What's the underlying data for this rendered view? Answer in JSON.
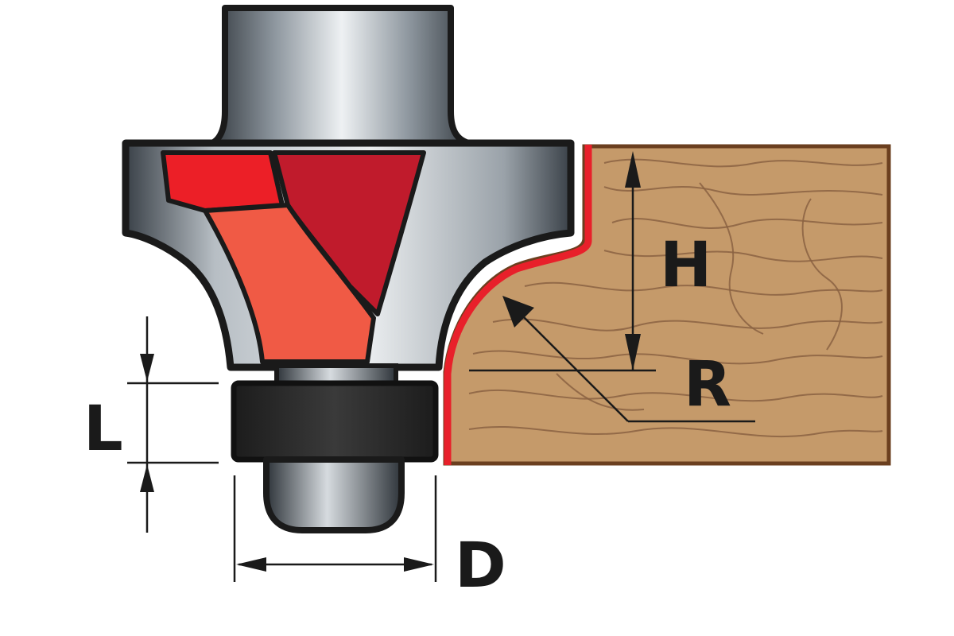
{
  "labels": {
    "height": "H",
    "radius": "R",
    "bearing_length": "L",
    "bearing_diameter": "D"
  },
  "colors": {
    "outline": "#1a1a1a",
    "steel_light": "#e6e9ec",
    "steel_dark": "#3a4148",
    "carbide_bright": "#ec1f27",
    "carbide_dark": "#c01b2c",
    "carbide_orange": "#f05a45",
    "profile_red": "#e8202a",
    "wood": "#c59a6a",
    "wood_edge": "#6b3f1f",
    "wood_grain": "#8a6242",
    "bearing": "#2b2b2b"
  },
  "icons": {
    "router_bit": "roundover-router-bit-icon",
    "workpiece": "wood-block-icon"
  }
}
